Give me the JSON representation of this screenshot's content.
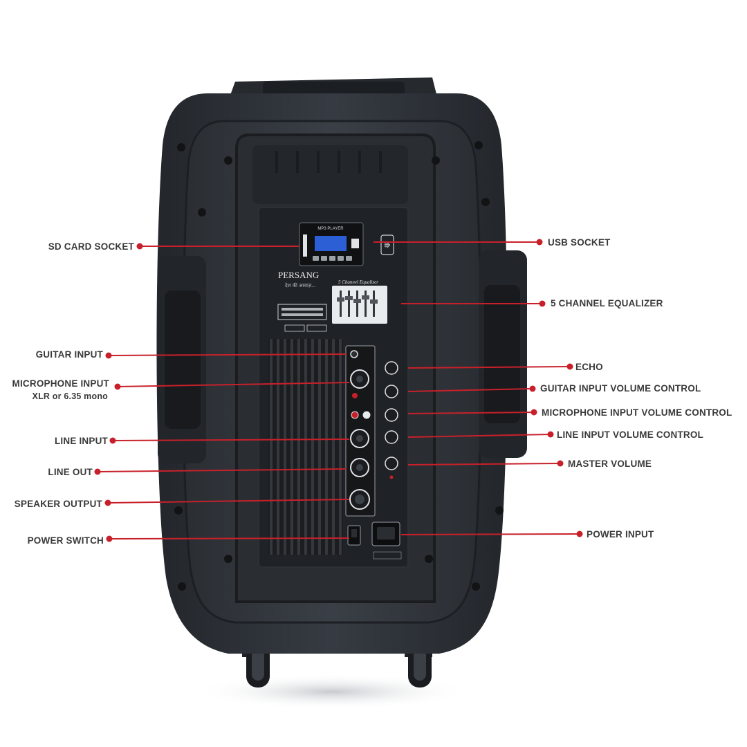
{
  "product": {
    "brand": "PERSANG",
    "tagline": "देश की आवाज़...",
    "module_title": "MP3 PLAYER",
    "equalizer_title": "5 Channel Equalizer"
  },
  "colors": {
    "background": "#ffffff",
    "speaker_body": "#2c3036",
    "panel": "#1f2226",
    "callout": "#c8202a",
    "label_text": "#3a3a3a",
    "display": "#2c5fd6"
  },
  "callouts": {
    "sd_card_socket": "SD CARD SOCKET",
    "usb_socket": "USB SOCKET",
    "equalizer": "5 CHANNEL EQUALIZER",
    "guitar_input": "GUITAR INPUT",
    "echo": "ECHO",
    "microphone_input": "MICROPHONE INPUT",
    "microphone_input_sub": "XLR or 6.35 mono",
    "guitar_volume": "GUITAR INPUT VOLUME CONTROL",
    "microphone_volume": "MICROPHONE INPUT VOLUME CONTROL",
    "line_input": "LINE INPUT",
    "line_volume": "LINE INPUT VOLUME CONTROL",
    "line_out": "LINE OUT",
    "master_volume": "MASTER VOLUME",
    "speaker_output": "SPEAKER OUTPUT",
    "power_switch": "POWER SWITCH",
    "power_input": "POWER INPUT"
  }
}
